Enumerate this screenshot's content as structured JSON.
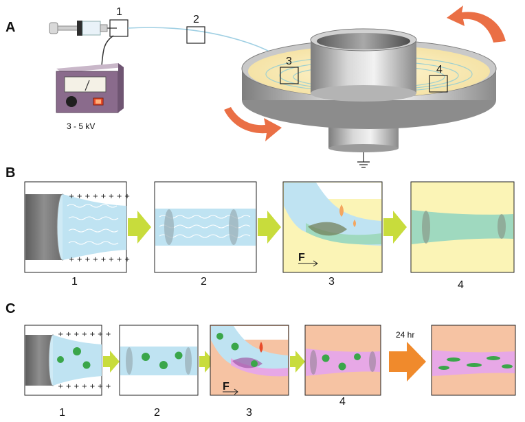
{
  "panels": {
    "a": {
      "letter": "A",
      "voltage": "3 - 5 kV",
      "box_labels": [
        "1",
        "2",
        "3",
        "4"
      ]
    },
    "b": {
      "letter": "B",
      "step_labels": [
        "1",
        "2",
        "3",
        "4"
      ],
      "force_label": "F"
    },
    "c": {
      "letter": "C",
      "step_labels": [
        "1",
        "2",
        "3",
        "4"
      ],
      "force_label": "F",
      "time_label": "24 hr"
    }
  },
  "colors": {
    "jet_blue": "#bfe3f2",
    "bath_yellow": "#fbf4b6",
    "fiber_green": "#9fd9bf",
    "bath_salmon": "#f6c3a3",
    "fiber_pink": "#e7a8e6",
    "step_arrow": "#c8dc3c",
    "time_arrow": "#f08a2c",
    "rotation_arrow": "#ea6f45"
  }
}
